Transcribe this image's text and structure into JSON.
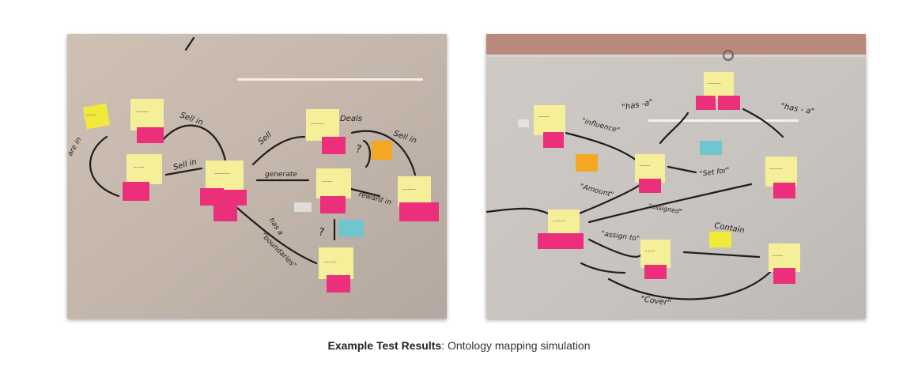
{
  "caption": {
    "bold": "Example Test Results",
    "rest": ": Ontology mapping simulation"
  },
  "photos": [
    {
      "name": "whiteboard-photo-left",
      "labels": [
        "Sell in",
        "Sell in",
        "Sell",
        "Deals",
        "Sell in",
        "generate",
        "reward in",
        "has a",
        "\"boundaries\"",
        "are in"
      ]
    },
    {
      "name": "whiteboard-photo-right",
      "labels": [
        "\"has -a\"",
        "\"has - a\"",
        "\"influence\"",
        "\"Set for\"",
        "\"Amount\"",
        "\"assigned\"",
        "\"assign to\"",
        "Contain",
        "\"Cover\""
      ]
    }
  ]
}
